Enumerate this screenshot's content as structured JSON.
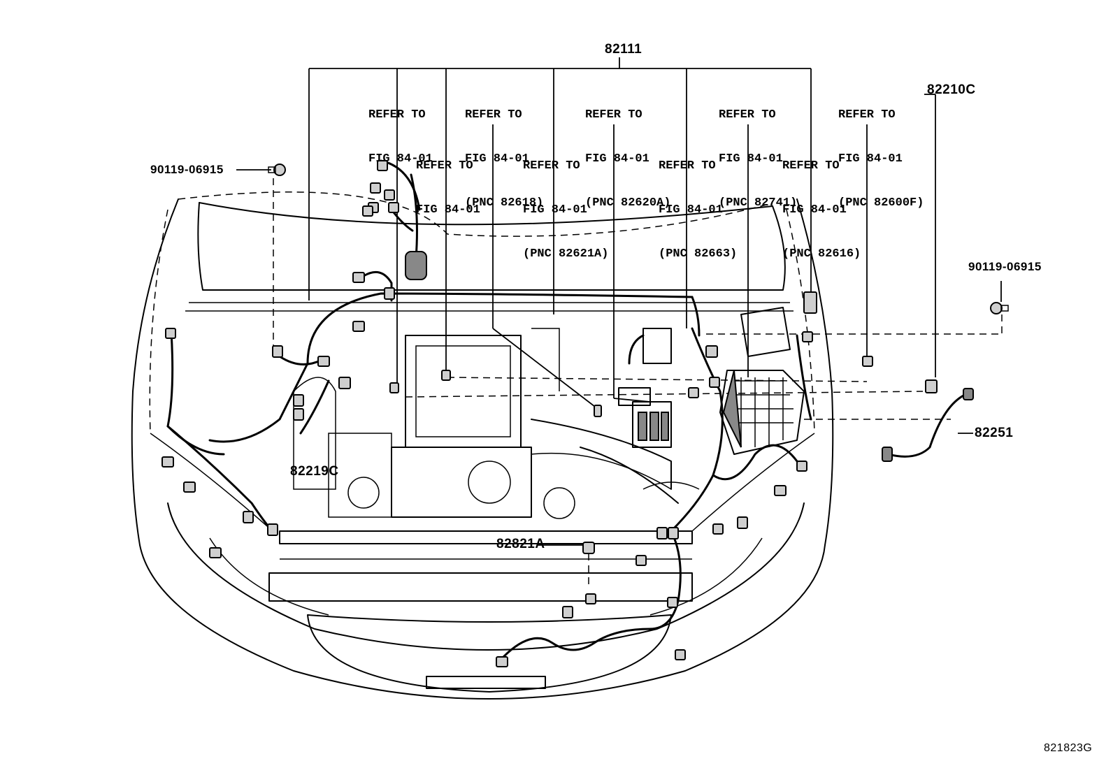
{
  "diagram": {
    "part_numbers": {
      "main": "82111",
      "relay_block": "82210C",
      "left_harness": "82219C",
      "clamp": "82821A",
      "sensor_wire": "82251",
      "bolt_left": "90119-06915",
      "bolt_right": "90119-06915"
    },
    "references": [
      {
        "line1": "REFER TO",
        "line2": "FIG 84-01",
        "line3": ""
      },
      {
        "line1": "REFER TO",
        "line2": "FIG 84-01",
        "line3": "(PNC 82618)"
      },
      {
        "line1": "REFER TO",
        "line2": "FIG 84-01",
        "line3": "(PNC 82620A)"
      },
      {
        "line1": "REFER TO",
        "line2": "FIG 84-01",
        "line3": "(PNC 82741)"
      },
      {
        "line1": "REFER TO",
        "line2": "FIG 84-01",
        "line3": "(PNC 82600F)"
      },
      {
        "line1": "REFER TO",
        "line2": "FIG 84-01",
        "line3": ""
      },
      {
        "line1": "REFER TO",
        "line2": "FIG 84-01",
        "line3": "(PNC 82621A)"
      },
      {
        "line1": "REFER TO",
        "line2": "FIG 84-01",
        "line3": "(PNC 82663)"
      },
      {
        "line1": "REFER TO",
        "line2": "FIG 84-01",
        "line3": "(PNC 82616)"
      }
    ],
    "figure_code": "821823G"
  }
}
